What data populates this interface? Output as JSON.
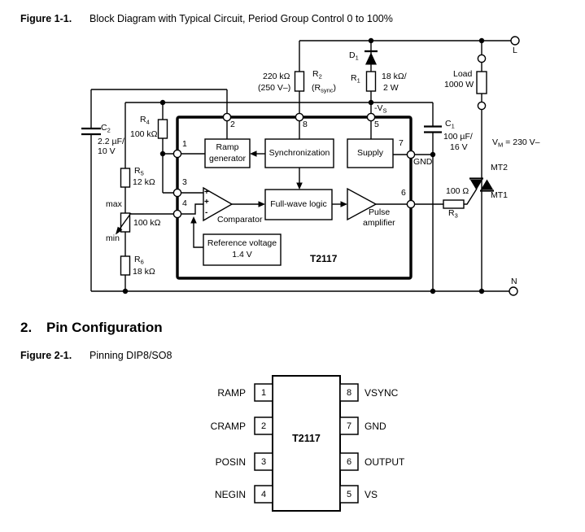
{
  "page": {
    "figure1_label": "Figure 1-1.",
    "figure1_caption": "Block Diagram with Typical Circuit, Period Group Control 0 to 100%",
    "section_number": "2.",
    "section_title": "Pin Configuration",
    "figure2_label": "Figure 2-1.",
    "figure2_caption": "Pinning DIP8/SO8"
  },
  "circuit": {
    "ic_name": "T2117",
    "terminal_l": "L",
    "terminal_n": "N",
    "gnd": "GND",
    "mt2": "MT2",
    "mt1": "MT1",
    "max": "max",
    "min": "min",
    "vs": {
      "pre": "-V",
      "sub": "S"
    },
    "vm": {
      "pre": "V",
      "sub": "M",
      "post": " = 230 V–"
    },
    "pins": {
      "p1": "1",
      "p2": "2",
      "p3": "3",
      "p4": "4",
      "p5": "5",
      "p6": "6",
      "p7": "7",
      "p8": "8"
    },
    "comparator_inputs": {
      "plus": "+",
      "minus": "-"
    },
    "blocks": {
      "ramp_line1": "Ramp",
      "ramp_line2": "generator",
      "sync": "Synchronization",
      "supply": "Supply",
      "fullwave": "Full-wave logic",
      "comparator": "Comparator",
      "pulse_line1": "Pulse",
      "pulse_line2": "amplifier",
      "ref_line1": "Reference voltage",
      "ref_line2": "1.4 V"
    },
    "components": {
      "c2": {
        "pre": "C",
        "sub": "2",
        "v1": "2.2 µF/",
        "v2": "10 V"
      },
      "r4": {
        "pre": "R",
        "sub": "4",
        "val": "100 kΩ"
      },
      "r5": {
        "pre": "R",
        "sub": "5",
        "val": "12 kΩ"
      },
      "pot": {
        "val": "100 kΩ"
      },
      "r6": {
        "pre": "R",
        "sub": "6",
        "val": "18 kΩ"
      },
      "r2": {
        "pre": "R",
        "sub": "2",
        "val1": "220 kΩ",
        "val2": "(250 V–)",
        "sync_pre": "(R",
        "sync_sub": "sync",
        "sync_post": ")"
      },
      "d1": {
        "pre": "D",
        "sub": "1"
      },
      "r1": {
        "pre": "R",
        "sub": "1",
        "val1": "18 kΩ/",
        "val2": "2 W"
      },
      "r3": {
        "pre": "R",
        "sub": "3",
        "val": "100 Ω"
      },
      "c1": {
        "pre": "C",
        "sub": "1",
        "v1": "100 µF/",
        "v2": "16 V"
      },
      "load": {
        "l1": "Load",
        "l2": "1000 W"
      }
    }
  },
  "pinout": {
    "chip": "T2117",
    "left": [
      {
        "num": "1",
        "name": "RAMP"
      },
      {
        "num": "2",
        "name": "CRAMP"
      },
      {
        "num": "3",
        "name": "POSIN"
      },
      {
        "num": "4",
        "name": "NEGIN"
      }
    ],
    "right": [
      {
        "num": "8",
        "name": "VSYNC"
      },
      {
        "num": "7",
        "name": "GND"
      },
      {
        "num": "6",
        "name": "OUTPUT"
      },
      {
        "num": "5",
        "name": "VS"
      }
    ]
  }
}
